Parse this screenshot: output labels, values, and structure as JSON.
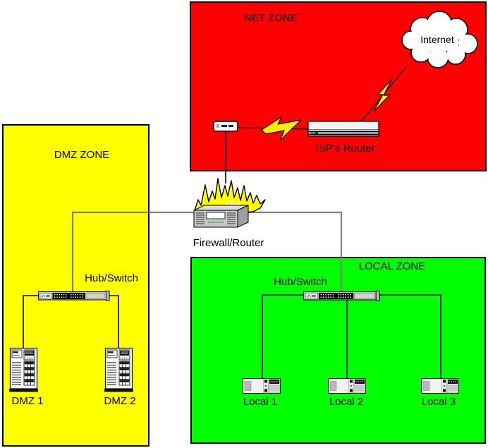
{
  "zones": {
    "net": {
      "title": "NET ZONE",
      "color": "#ff0000"
    },
    "dmz": {
      "title": "DMZ ZONE",
      "color": "#ffff00"
    },
    "local": {
      "title": "LOCAL ZONE",
      "color": "#00ff00"
    }
  },
  "labels": {
    "internet": "Internet",
    "isp_router": "ISP's Router",
    "firewall": "Firewall/Router",
    "dmz_hub": "Hub/Switch",
    "local_hub": "Hub/Switch",
    "dmz_servers": [
      "DMZ 1",
      "DMZ 2"
    ],
    "local_hosts": [
      "Local 1",
      "Local 2",
      "Local 3"
    ]
  },
  "colors": {
    "trunk_line": "#808080",
    "drop_line": "#000000",
    "lightning": "#ffee00",
    "flame": "#ffff00",
    "device_gray": "#c6c6c6"
  }
}
